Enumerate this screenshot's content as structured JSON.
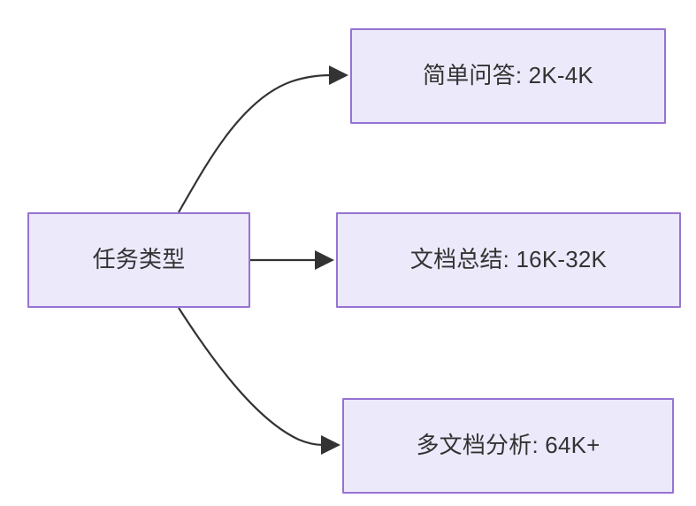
{
  "diagram": {
    "type": "flowchart",
    "direction": "left-to-right",
    "background_color": "#ffffff",
    "node_fill_color": "#ece9fb",
    "node_border_color": "#9673d3",
    "node_text_color": "#333333",
    "edge_color": "#333333",
    "nodes": [
      {
        "id": "root",
        "label": "任务类型",
        "role": "source"
      },
      {
        "id": "simple-qa",
        "label": "简单问答: 2K-4K",
        "role": "target"
      },
      {
        "id": "doc-summary",
        "label": "文档总结: 16K-32K",
        "role": "target"
      },
      {
        "id": "multi-doc",
        "label": "多文档分析: 64K+",
        "role": "target"
      }
    ],
    "edges": [
      {
        "id": "edge-root-simple-qa",
        "from": "任务类型",
        "to": "简单问答: 2K-4K",
        "style": "curved-arrow",
        "label": ""
      },
      {
        "id": "edge-root-doc-summary",
        "from": "任务类型",
        "to": "文档总结: 16K-32K",
        "style": "straight-arrow",
        "label": ""
      },
      {
        "id": "edge-root-multi-doc",
        "from": "任务类型",
        "to": "多文档分析: 64K+",
        "style": "curved-arrow",
        "label": ""
      }
    ]
  }
}
